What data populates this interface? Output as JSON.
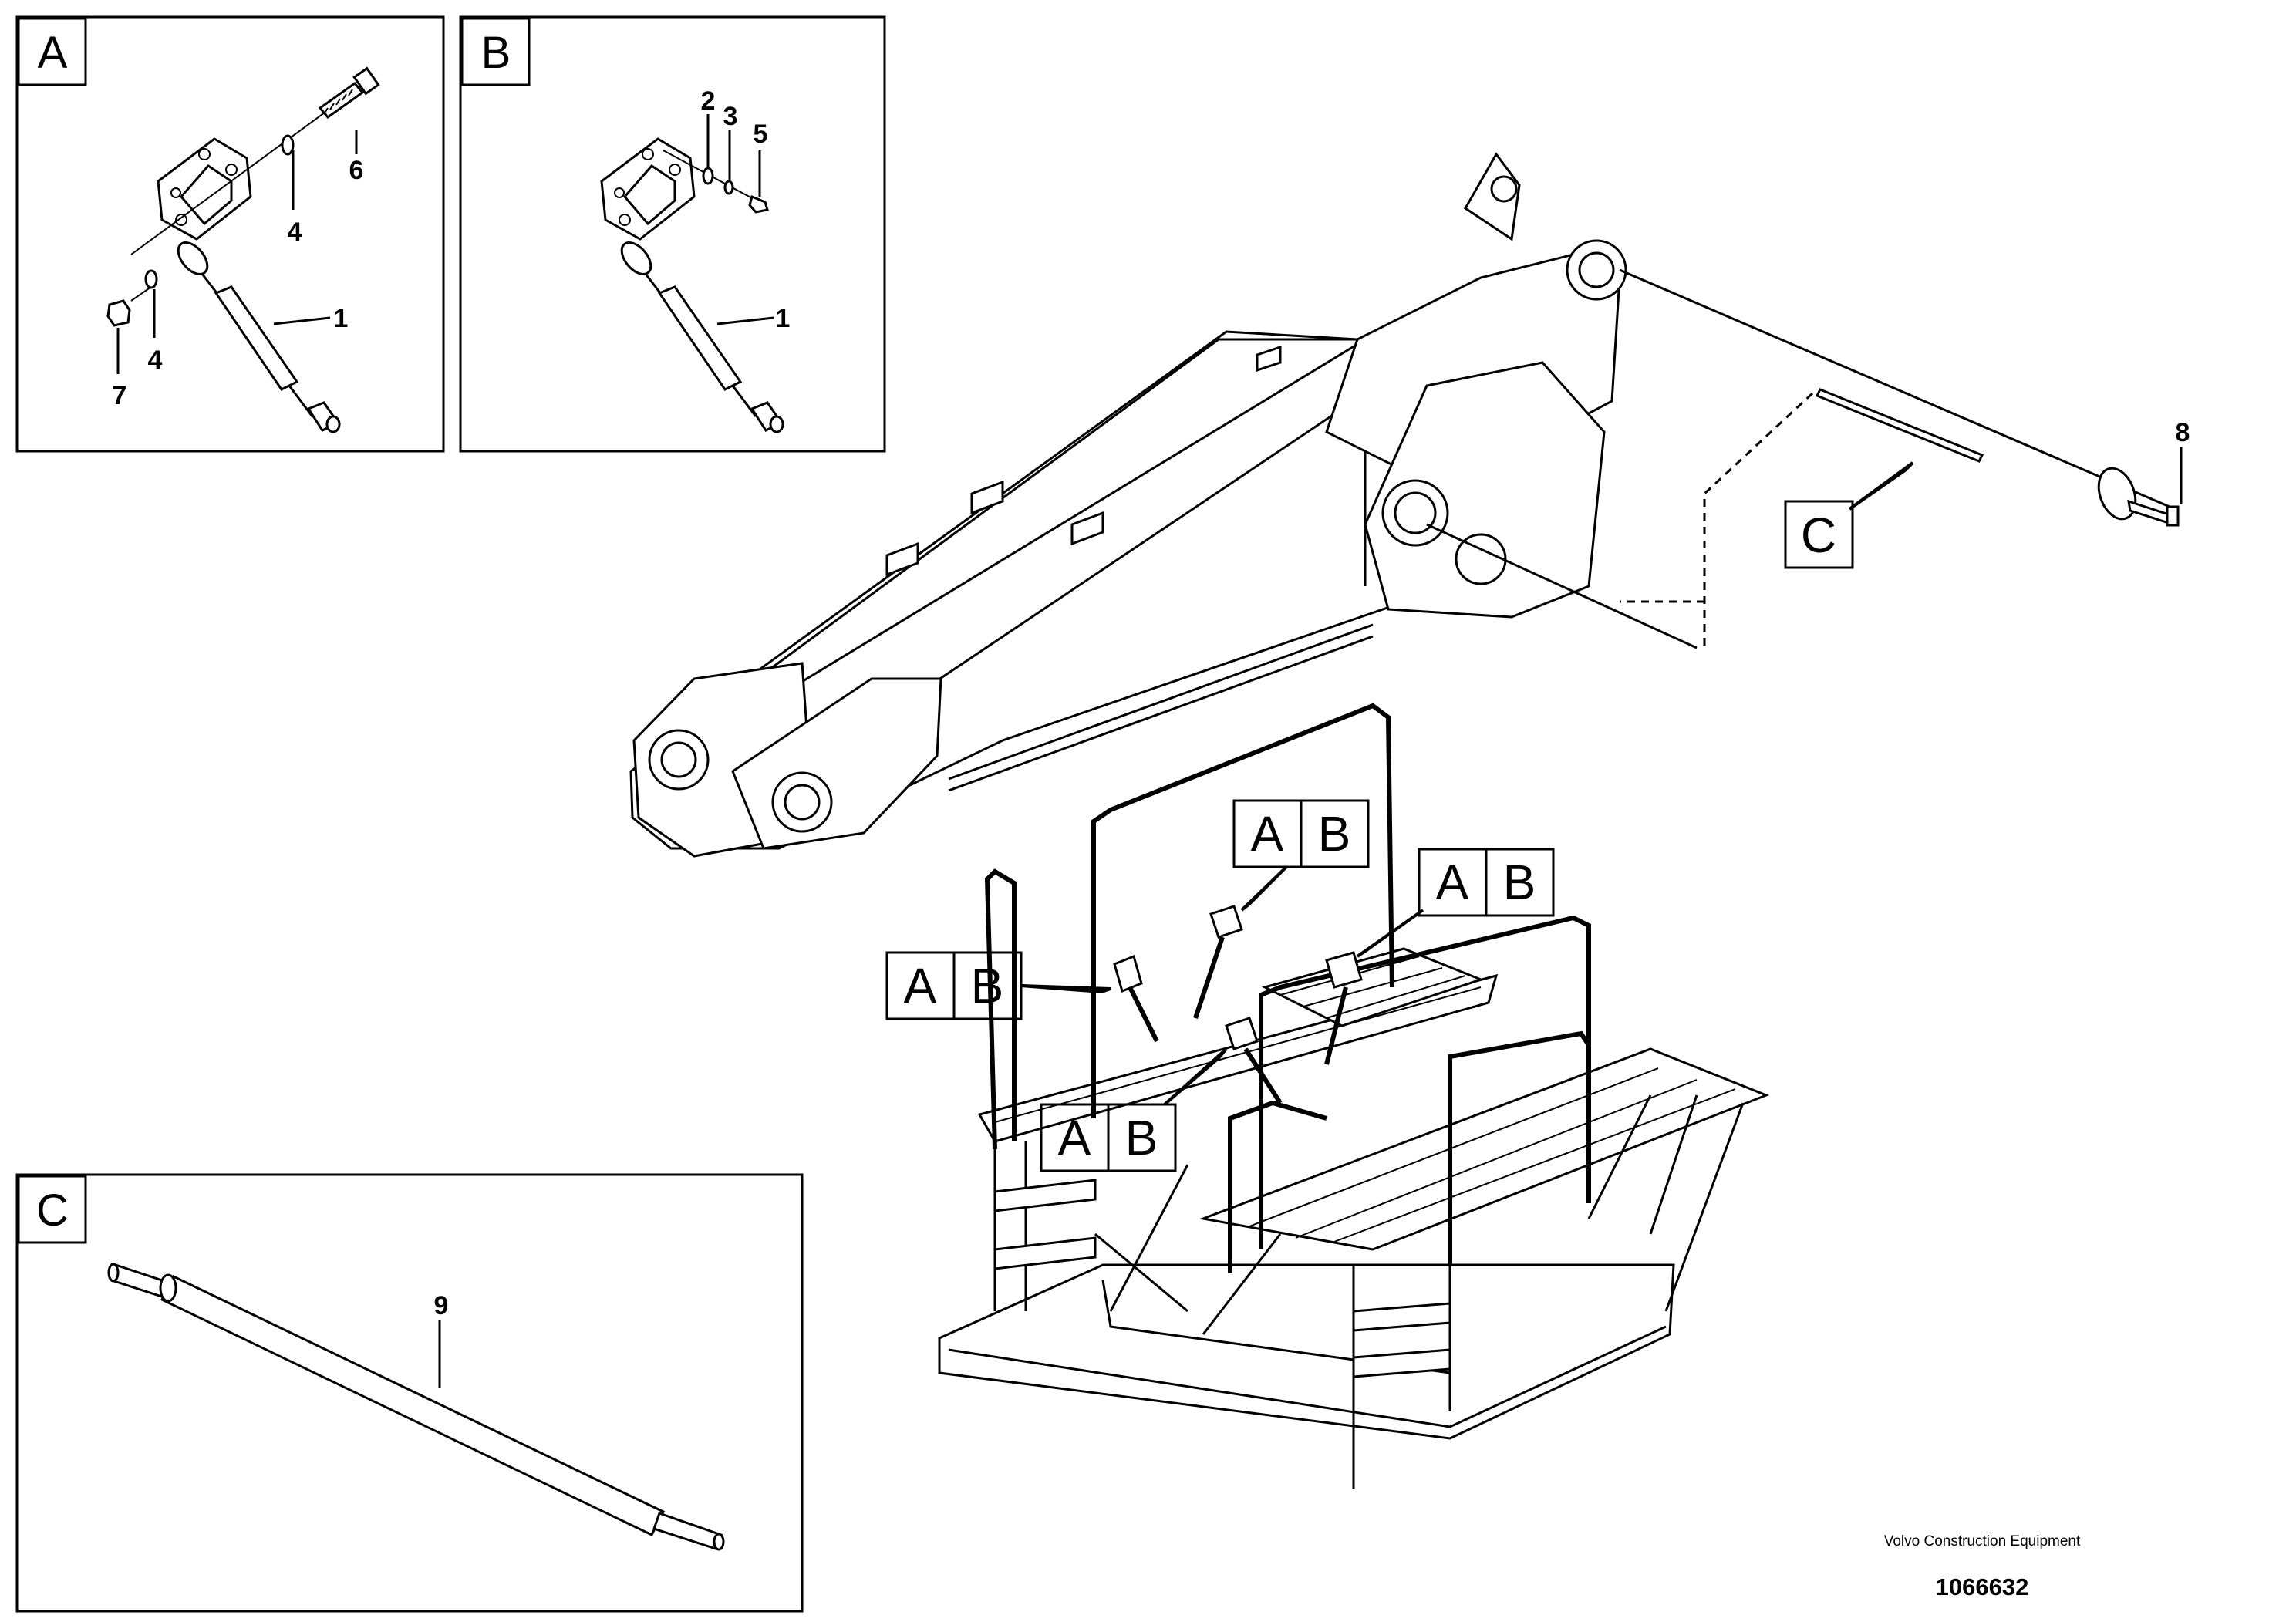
{
  "panels": {
    "A": {
      "letter": "A",
      "callouts": {
        "c6": "6",
        "c4a": "4",
        "c4b": "4",
        "c7": "7",
        "c1": "1"
      }
    },
    "B": {
      "letter": "B",
      "callouts": {
        "c2": "2",
        "c3": "3",
        "c5": "5",
        "c1": "1"
      }
    },
    "C": {
      "letter": "C",
      "callouts": {
        "c9": "9"
      }
    }
  },
  "main": {
    "callout_c": "C",
    "callout_8": "8",
    "ref_a": "A",
    "ref_b": "B"
  },
  "footer": {
    "brand": "Volvo Construction Equipment",
    "number": "1066632"
  }
}
